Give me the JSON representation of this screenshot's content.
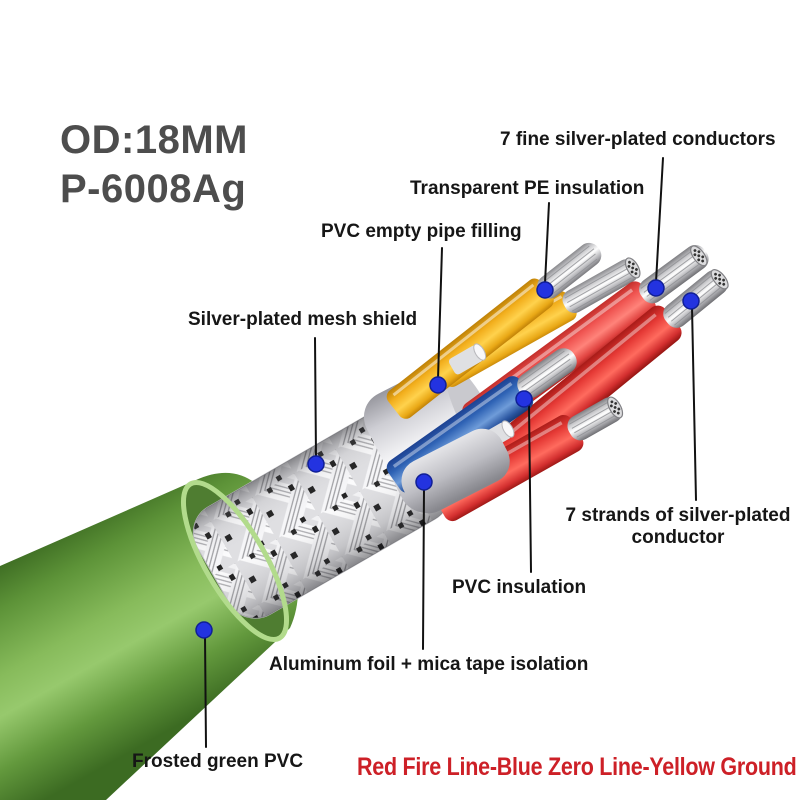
{
  "product": {
    "outer_diameter": "OD:18MM",
    "model": "P-6008Ag"
  },
  "callouts": [
    {
      "id": "fine-conductors",
      "text": "7 fine silver-plated conductors"
    },
    {
      "id": "pe-insulation",
      "text": "Transparent PE insulation"
    },
    {
      "id": "pipe-filling",
      "text": "PVC empty pipe filling"
    },
    {
      "id": "mesh-shield",
      "text": "Silver-plated mesh shield"
    },
    {
      "id": "strands-conductor",
      "text": "7 strands of silver-plated conductor"
    },
    {
      "id": "pvc-insulation",
      "text": "PVC insulation"
    },
    {
      "id": "foil-isolation",
      "text": "Aluminum foil + mica tape isolation"
    },
    {
      "id": "frosted-pvc",
      "text": "Frosted green PVC"
    }
  ],
  "footer_note": "Red Fire Line-Blue Zero Line-Yellow Ground",
  "colors": {
    "label_text": "#161616",
    "spec_text": "#4d4d4d",
    "footer_note_red": "#cd2027",
    "anchor_dot_blue": "#2333e0",
    "jacket_green": "#6fae4a",
    "wire_yellow": "#f2ae1c",
    "wire_red": "#e53935",
    "wire_blue": "#2f63b5",
    "conductor_silver": "#d9d9dc",
    "inner_sheath_gray": "#d4d4d8",
    "mesh_silver": "#f2f2f4"
  }
}
